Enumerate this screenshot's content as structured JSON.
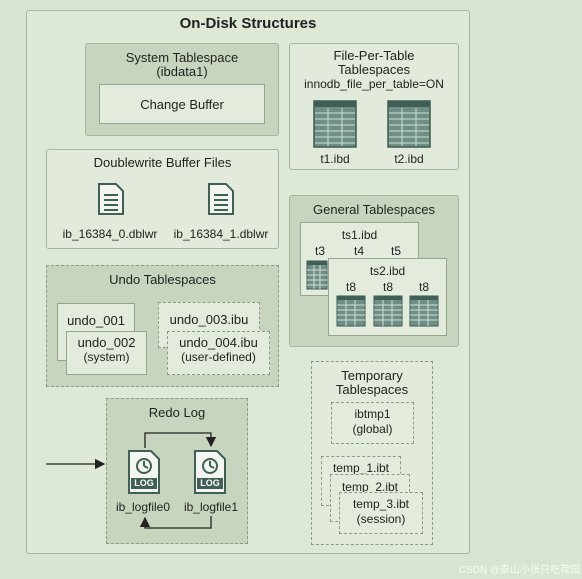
{
  "main_title": "On-Disk Structures",
  "system_tablespace": {
    "title_line1": "System Tablespace",
    "title_line2": "(ibdata1)",
    "change_buffer": "Change Buffer"
  },
  "file_per_table": {
    "title_line1": "File-Per-Table",
    "title_line2": "Tablespaces",
    "setting": "innodb_file_per_table=ON",
    "files": [
      "t1.ibd",
      "t2.ibd"
    ]
  },
  "doublewrite": {
    "title": "Doublewrite Buffer Files",
    "files": [
      "ib_16384_0.dblwr",
      "ib_16384_1.dblwr"
    ]
  },
  "general": {
    "title": "General Tablespaces",
    "ts1": "ts1.ibd",
    "ts1_tables": [
      "t3",
      "t4",
      "t5"
    ],
    "ts2": "ts2.ibd",
    "ts2_tables": [
      "t8",
      "t8",
      "t8"
    ]
  },
  "undo": {
    "title": "Undo Tablespaces",
    "f1": "undo_001",
    "f2_line1": "undo_002",
    "f2_line2": "(system)",
    "f3": "undo_003.ibu",
    "f4_line1": "undo_004.ibu",
    "f4_line2": "(user-defined)"
  },
  "temporary": {
    "title_line1": "Temporary",
    "title_line2": "Tablespaces",
    "ibtmp_line1": "ibtmp1",
    "ibtmp_line2": "(global)",
    "t1": "temp_1.ibt",
    "t2": "temp_2.ibt",
    "t3_line1": "temp_3.ibt",
    "t3_line2": "(session)"
  },
  "redo": {
    "title": "Redo Log",
    "file_icon_text": "LOG",
    "files": [
      "ib_logfile0",
      "ib_logfile1"
    ]
  },
  "watermark": "CSDN @泰山小张只吃荷园"
}
